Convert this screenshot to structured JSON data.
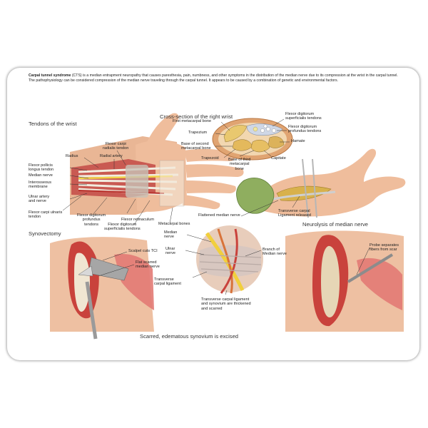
{
  "intro": {
    "term": "Carpal tunnel syndrome",
    "text": " (CTS) is a median entrapment neuropathy that causes paresthesia, pain, numbness, and other symptoms in the distribution of the median nerve due to its compression at the wrist in the carpal tunnel. The pathophysiology can be considered compression of the median nerve traveling through the carpal tunnel. It appears to be caused by a combination of genetic and environmental factors."
  },
  "headings": {
    "tendons": "Tendons of the wrist",
    "cross_section": "Cross-section of the right wrist",
    "synovectomy": "Synovectomy",
    "neurolysis": "Neurolysis of median nerve",
    "excised": "Scarred, edematous synovium is excised"
  },
  "labels": {
    "fcr_1": "Flexor carpi",
    "fcr_2": "radialis tendon",
    "radius": "Radius",
    "radial_artery": "Radial artery",
    "fpl_1": "Flexor pollicis",
    "fpl_2": "longus tendon",
    "median_nerve": "Median nerve",
    "interosseous_1": "Interosseous",
    "interosseous_2": "membrane",
    "ulnar_1": "Ulnar artery",
    "ulnar_2": "and nerve",
    "fcu_1": "Flexor carpi ulnaris",
    "fcu_2": "tendon",
    "fdp_1": "Flexor digitorum",
    "fdp_2": "profundus",
    "fdp_3": "tendons",
    "retinaculum": "Flexor retinaculum",
    "fds_1": "Flexor digitorum",
    "fds_2": "superficialis tendons",
    "metacarpal_bones": "Metacarpal bones",
    "first_metacarpal": "First metacarpal bone",
    "trapezium": "Trapezium",
    "base_second_1": "Base of second",
    "base_second_2": "metacarpal bone",
    "trapezoid": "Trapezoid",
    "base_third_1": "Base of third",
    "base_third_2": "metacarpal",
    "base_third_3": "bone",
    "capitate": "Capitate",
    "hamate": "Hamate",
    "xs_fds_1": "Flexor digitorum",
    "xs_fds_2": "superficialis tendons",
    "xs_fdp_1": "Flexor digitorum",
    "xs_fdp_2": "profundus tendons",
    "flattened": "Flattened median nerve",
    "tcl_released_1": "Transverse carpal",
    "tcl_released_2": "Ligament released",
    "scalpel": "Scalpel cuts TCI",
    "flat_scarred_1": "Flat scarred",
    "flat_scarred_2": "median nerve",
    "c_median_1": "Median",
    "c_median_2": "nerve",
    "c_ulnar_1": "Ulnar",
    "c_ulnar_2": "nerve",
    "c_tcl_1": "Transverse",
    "c_tcl_2": "carpal ligament",
    "c_branch_1": "Branch of",
    "c_branch_2": "Median nerve",
    "c_thick_1": "Transverse carpal ligament",
    "c_thick_2": "and synovium are thickened",
    "c_thick_3": "and scarred",
    "probe_1": "Probe separates",
    "probe_2": "fibers from scar"
  }
}
